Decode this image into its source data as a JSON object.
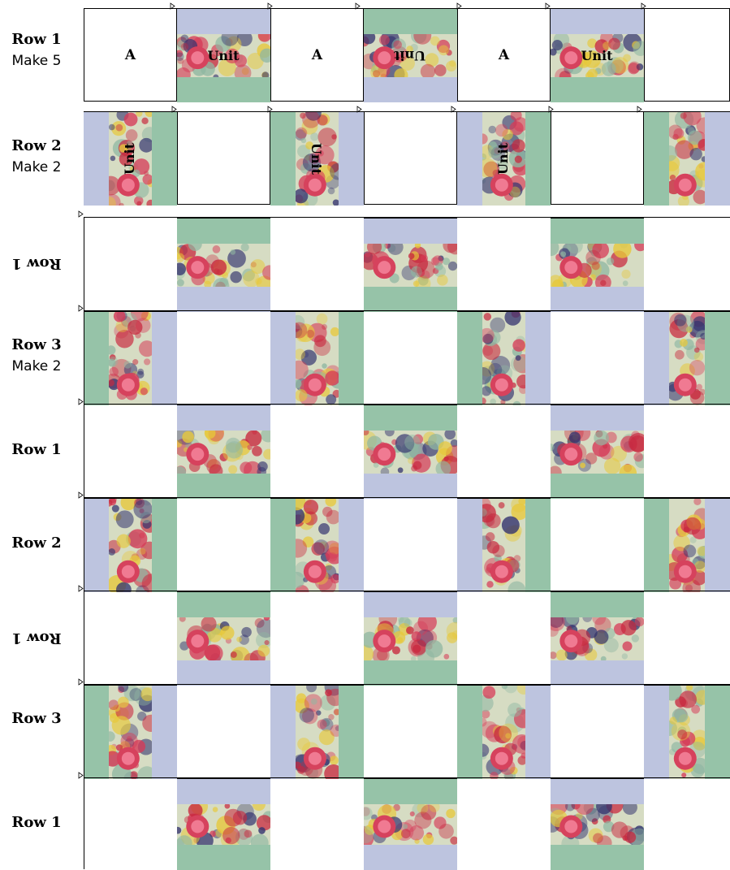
{
  "colors": {
    "lavender": "#bdc4df",
    "green": "#96c3a8",
    "cell_bg": "#ffffff",
    "line": "#000000"
  },
  "fabric": {
    "bg": "#d6dcc3",
    "blobs": [
      "#c8283e",
      "#e7c83a",
      "#33336f",
      "#8fb7a2",
      "#d63a57"
    ]
  },
  "labels": {
    "row1": "Row 1",
    "row2": "Row 2",
    "row3": "Row 3",
    "make5": "Make 5",
    "make2": "Make 2",
    "cell_a": "A",
    "unit": "Unit"
  }
}
